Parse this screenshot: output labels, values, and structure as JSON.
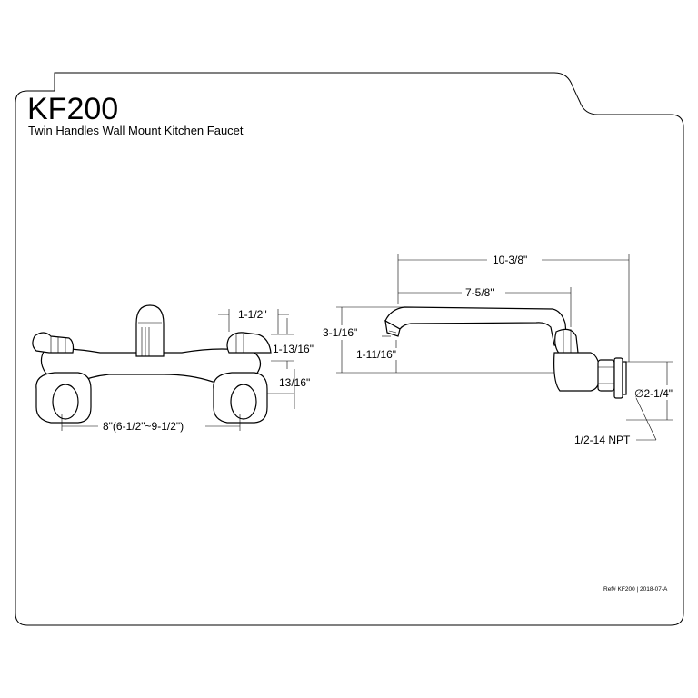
{
  "sheet": {
    "model": "KF200",
    "description": "Twin Handles Wall Mount Kitchen Faucet",
    "reference": "Ref# KF200 | 2018-07-A"
  },
  "front_view": {
    "handle_width": "1-1/2\"",
    "handle_height": "1-13/16\"",
    "inlet_offset": "13/16\"",
    "centers": "8\"(6-1/2\"~9-1/2\")"
  },
  "side_view": {
    "overall_reach": "10-3/8\"",
    "spout_reach": "7-5/8\"",
    "spout_height": "3-1/16\"",
    "outlet_height": "1-11/16\"",
    "flange_diameter": "∅2-1/4\"",
    "connection": "1/2-14 NPT"
  }
}
